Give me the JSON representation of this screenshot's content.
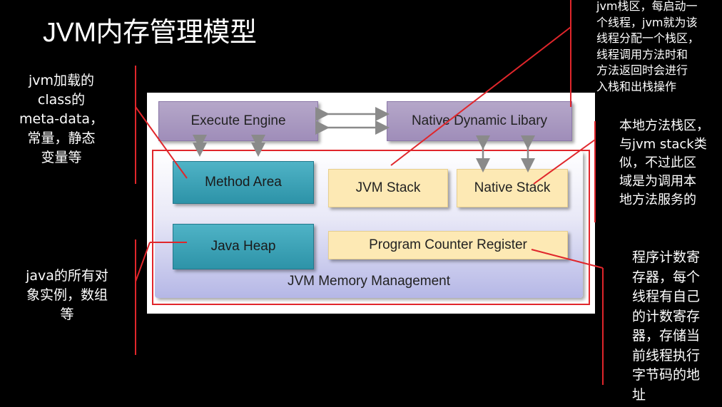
{
  "title": "JVM内存管理模型",
  "diagram": {
    "execute_engine": "Execute Engine",
    "native_dynamic_library": "Native Dynamic Libary",
    "method_area": "Method Area",
    "jvm_stack": "JVM Stack",
    "native_stack": "Native Stack",
    "java_heap": "Java Heap",
    "program_counter_register": "Program Counter Register",
    "memory_management": "JVM Memory Management"
  },
  "notes": {
    "method_area": [
      "jvm加载的",
      "class的",
      "meta-data，",
      "常量，静态",
      "变量等"
    ],
    "java_heap": [
      "java的所有对",
      "象实例，数组",
      "等"
    ],
    "jvm_stack": [
      "jvm栈区，每启动一",
      "个线程，jvm就为该",
      "线程分配一个栈区，",
      "线程调用方法时和",
      "方法返回时会进行",
      "入栈和出栈操作"
    ],
    "native_stack": [
      "本地方法栈区，",
      "与jvm stack类",
      "似，不过此区",
      "域是为调用本",
      "地方法服务的"
    ],
    "program_counter": [
      "程序计数寄",
      "存器，每个",
      "线程有自己",
      "的计数寄存",
      "器，存储当",
      "前线程执行",
      "字节码的地",
      "址"
    ]
  },
  "colors": {
    "annotation_red": "#e0262b",
    "engine_purple": "#a998c1",
    "area_teal": "#3aa3b8",
    "stack_cream": "#fde9b4"
  }
}
